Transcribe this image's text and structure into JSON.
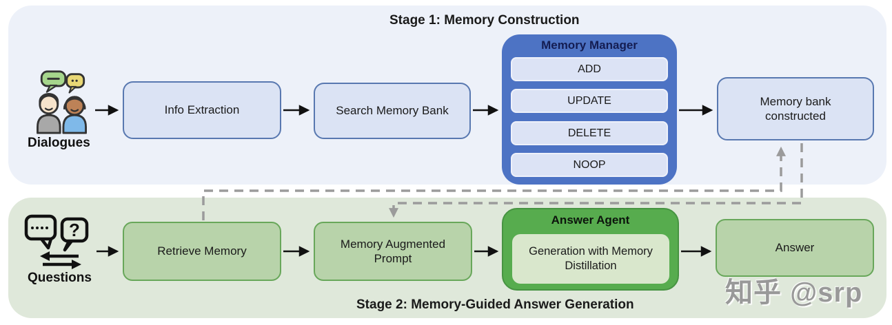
{
  "stage1": {
    "title": "Stage 1: Memory Construction",
    "source_label": "Dialogues",
    "boxes": {
      "info_extraction": "Info Extraction",
      "search_memory_bank": "Search Memory Bank",
      "memory_bank_constructed": "Memory bank constructed"
    },
    "memory_manager": {
      "title": "Memory Manager",
      "operations": [
        "ADD",
        "UPDATE",
        "DELETE",
        "NOOP"
      ]
    }
  },
  "stage2": {
    "title": "Stage 2: Memory-Guided Answer Generation",
    "source_label": "Questions",
    "boxes": {
      "retrieve_memory": "Retrieve Memory",
      "memory_augmented_prompt": "Memory Augmented Prompt",
      "answer": "Answer"
    },
    "answer_agent": {
      "title": "Answer Agent",
      "inner": "Generation with Memory Distillation"
    }
  },
  "watermark": "知乎 @srp",
  "icons": {
    "dialogues": "two-people-chat-icon",
    "questions": "question-speech-bubbles-icon"
  },
  "colors": {
    "stage1_panel": "#edf1f9",
    "stage2_panel": "#dfe8da",
    "blue_box_fill": "#dbe3f4",
    "blue_box_border": "#5878b0",
    "memory_manager_fill": "#4d73c4",
    "memory_manager_title_text": "#141d52",
    "op_box_fill": "#dce3f5",
    "green_box_fill": "#b8d3aa",
    "green_box_border": "#68a75a",
    "answer_agent_fill": "#57ac4e",
    "answer_agent_inner_fill": "#d9e7cc",
    "dashed_connector": "#9b9b9b",
    "solid_arrow": "#111111"
  }
}
